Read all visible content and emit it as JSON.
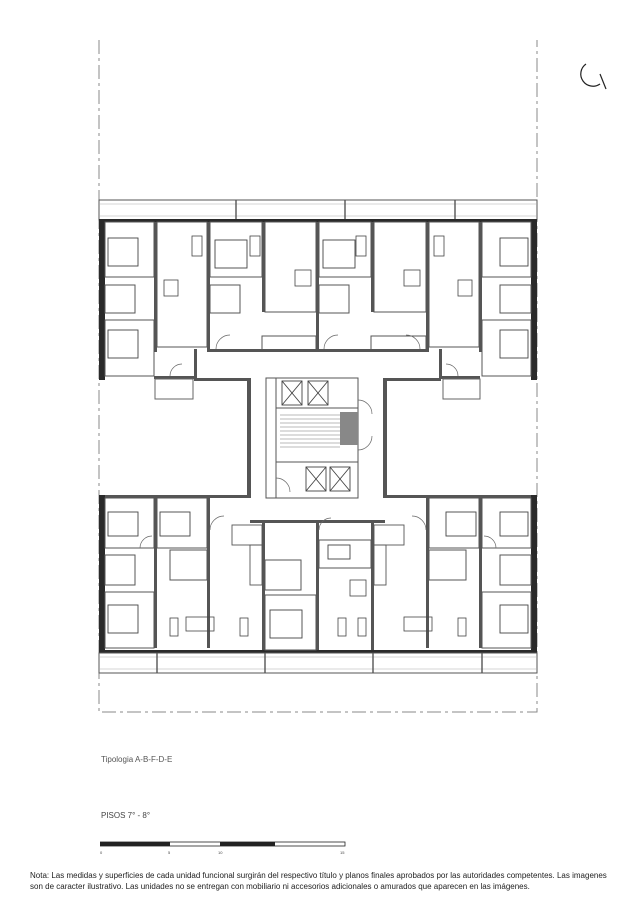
{
  "plan": {
    "tipologia": "Tipologia A-B-F-D-E",
    "pisos": "PISOS 7° - 8°",
    "scale_ticks": [
      "0",
      "5",
      "10",
      "15"
    ],
    "note": "Nota: Las medidas y superficies de cada unidad funcional surgirán del respectivo título y planos finales aprobados por las autoridades competentes. Las imagenes son de caracter ilustrativo. Las unidades no se entregan con mobiliario ni accesorios adicionales o amurados que aparecen en las imágenes.",
    "colors": {
      "wall": "#2a2a2a",
      "fill": "#9a9a9a",
      "line": "#777777",
      "dash": "#8a8a8a"
    },
    "icons": [
      "north-arrow-icon"
    ]
  }
}
